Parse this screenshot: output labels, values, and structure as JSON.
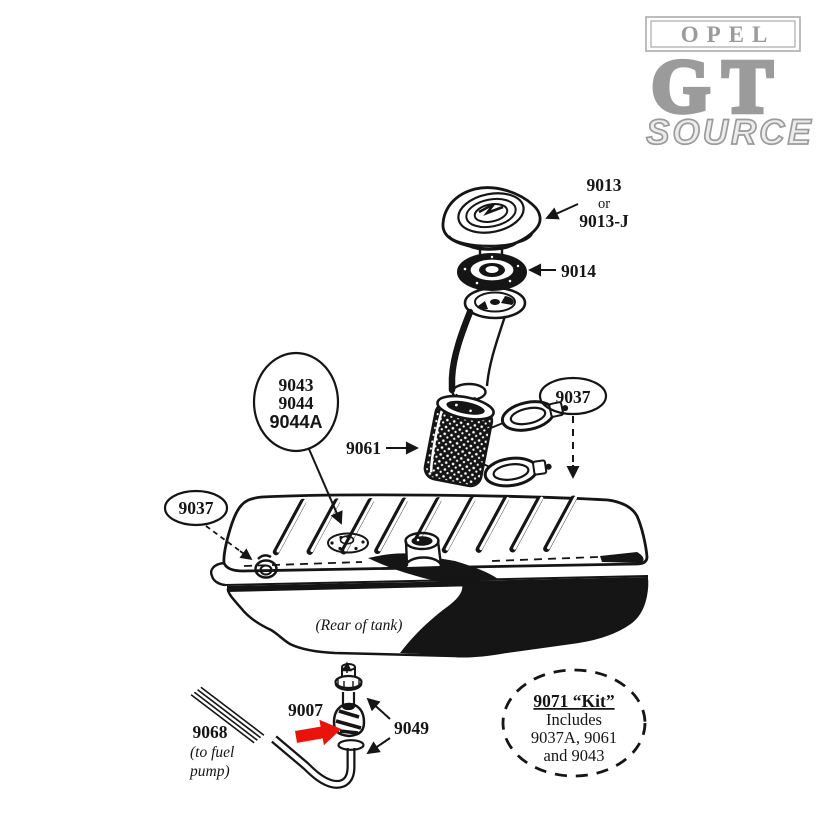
{
  "logo": {
    "opel": "OPEL",
    "gt": "GT",
    "source": "SOURCE"
  },
  "callouts": {
    "cap": {
      "primary": "9013",
      "conjunction": "or",
      "alternate": "9013-J"
    },
    "gasket": "9014",
    "sender_unit": {
      "line1": "9043",
      "line2": "9044",
      "line3": "9044A"
    },
    "filler_hose": "9061",
    "clamp_right": "9037",
    "clamp_left": "9037",
    "rear_of_tank_note": "(Rear of tank)",
    "grommet": "9007",
    "pickup_tube": "9049",
    "fuel_line": "9068",
    "fuel_line_note": {
      "line1": "(to fuel",
      "line2": "pump)"
    },
    "kit": {
      "title": "9071 “Kit”",
      "line1": "Includes",
      "line2": "9037A, 9061",
      "line3": "and 9043"
    }
  },
  "colors": {
    "ink": "#151515",
    "logo_gray": "#9b9b9b",
    "highlight_red": "#e8140c",
    "background": "#ffffff"
  }
}
